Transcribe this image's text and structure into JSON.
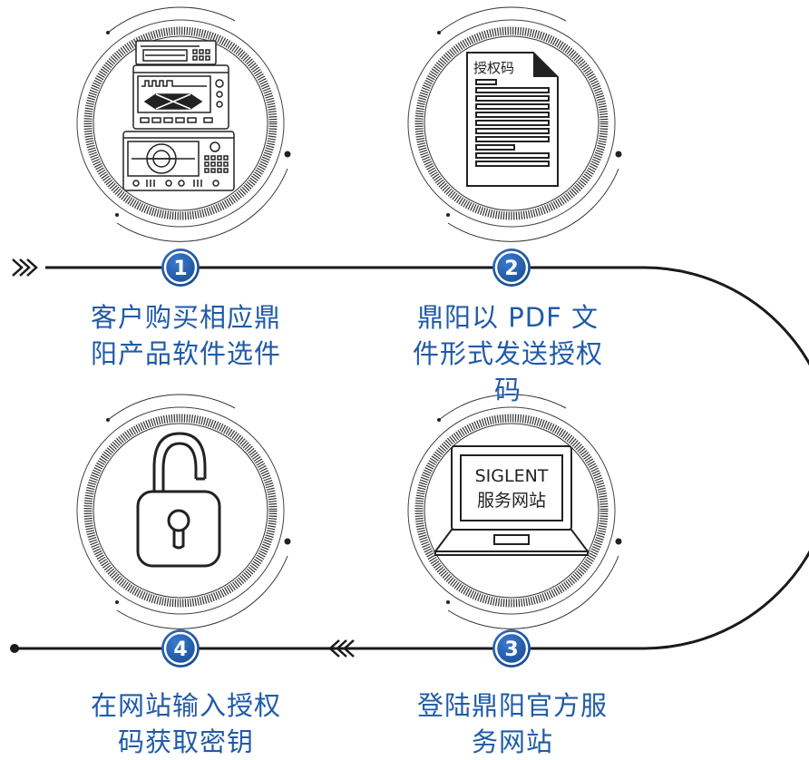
{
  "steps": [
    {
      "number": "1",
      "lines": [
        "客户购买相应鼎",
        "阳产品软件选件"
      ]
    },
    {
      "number": "2",
      "lines": [
        "鼎阳以 PDF 文",
        "件形式发送授权",
        "码"
      ]
    },
    {
      "number": "3",
      "lines": [
        "登陆鼎阳官方服",
        "务网站"
      ]
    },
    {
      "number": "4",
      "lines": [
        "在网站输入授权",
        "码获取密钥"
      ]
    }
  ],
  "document": {
    "heading": "授权码"
  },
  "laptop": {
    "screen_line1": "SIGLENT",
    "screen_line2": "服务网站"
  },
  "colors": {
    "badge": "#1f5ba8",
    "caption": "#1f5ba8",
    "line": "#1a1a1a"
  }
}
